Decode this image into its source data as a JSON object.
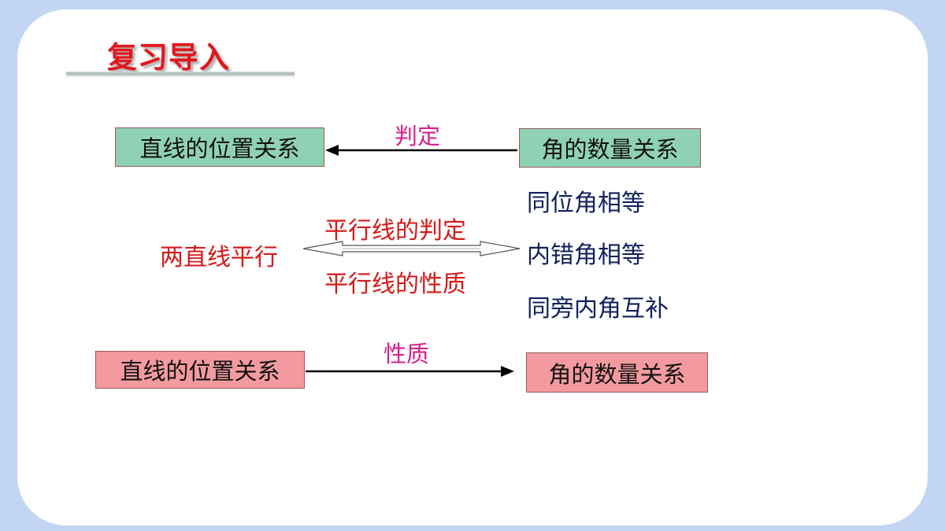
{
  "slide": {
    "title": "复习导入"
  },
  "top_relation": {
    "left_box": "直线的位置关系",
    "arrow_label": "判定",
    "right_box": "角的数量关系"
  },
  "middle_relation": {
    "left_label": "两直线平行",
    "arrow_label_top": "平行线的判定",
    "arrow_label_bottom": "平行线的性质",
    "conditions": [
      "同位角相等",
      "内错角相等",
      "同旁内角互补"
    ]
  },
  "bottom_relation": {
    "left_box": "直线的位置关系",
    "arrow_label": "性质",
    "right_box": "角的数量关系"
  },
  "colors": {
    "background": "#c2d5f2",
    "title": "#e0181e",
    "box_green": "#8fd1b4",
    "box_pink": "#f29a9f",
    "label_magenta": "#d61f8c",
    "label_red": "#d61818",
    "label_navy": "#10205a"
  }
}
